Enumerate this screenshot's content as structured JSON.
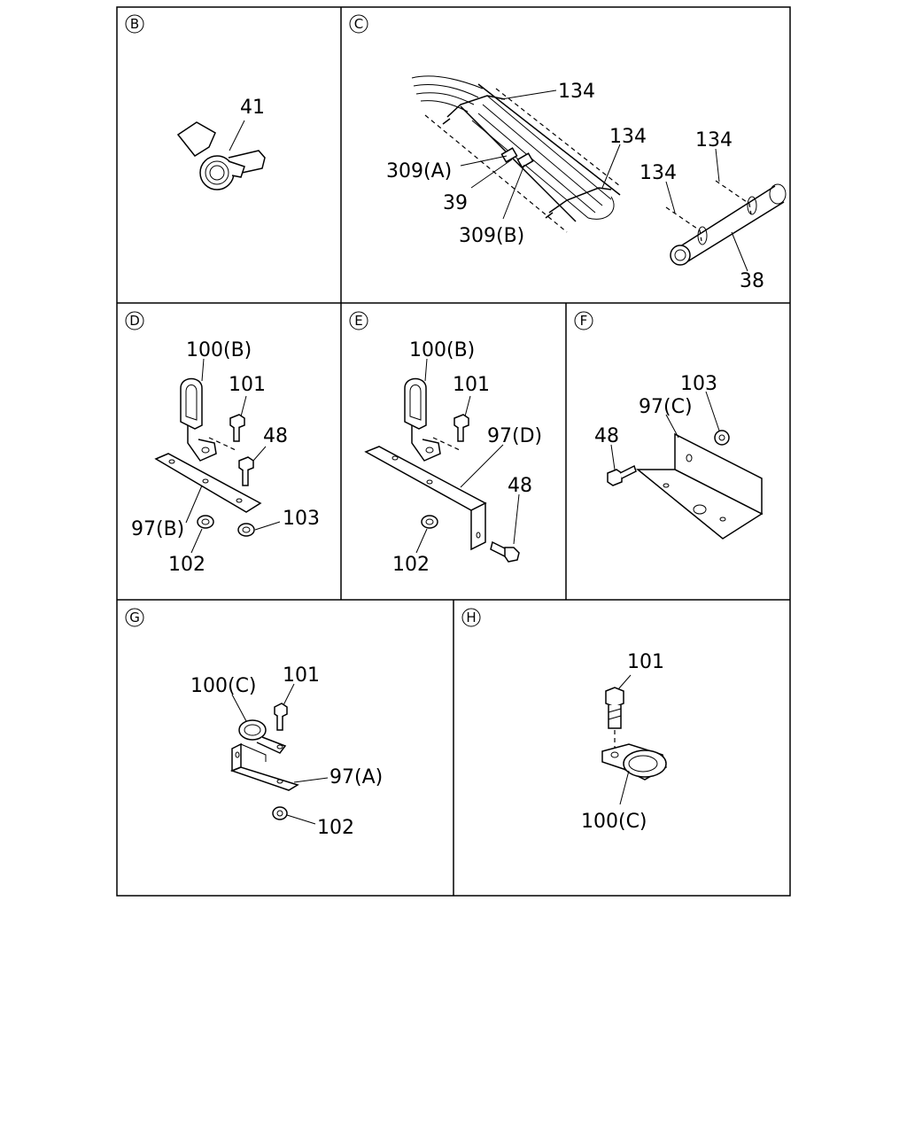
{
  "panels": {
    "B": {
      "letter": "B",
      "labels": {
        "p41": "41"
      }
    },
    "C": {
      "letter": "C",
      "labels": {
        "p134a": "134",
        "p134b": "134",
        "p134c": "134",
        "p134d": "134",
        "p309a": "309(A)",
        "p39": "39",
        "p309b": "309(B)",
        "p38": "38"
      }
    },
    "D": {
      "letter": "D",
      "labels": {
        "p100b": "100(B)",
        "p101": "101",
        "p48": "48",
        "p97b": "97(B)",
        "p103": "103",
        "p102": "102"
      }
    },
    "E": {
      "letter": "E",
      "labels": {
        "p100b": "100(B)",
        "p101": "101",
        "p97d": "97(D)",
        "p48": "48",
        "p102": "102"
      }
    },
    "F": {
      "letter": "F",
      "labels": {
        "p103": "103",
        "p97c": "97(C)",
        "p48": "48"
      }
    },
    "G": {
      "letter": "G",
      "labels": {
        "p100c": "100(C)",
        "p101": "101",
        "p97a": "97(A)",
        "p102": "102"
      }
    },
    "H": {
      "letter": "H",
      "labels": {
        "p101": "101",
        "p100c": "100(C)"
      }
    }
  }
}
